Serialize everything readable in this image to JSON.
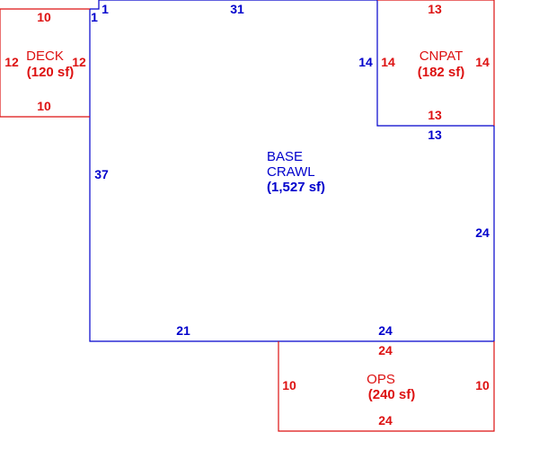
{
  "colors": {
    "base": "#0000cc",
    "addition": "#dd1111"
  },
  "base_crawl": {
    "name_line1": "BASE",
    "name_line2": "CRAWL",
    "area": "(1,527 sf)",
    "dims": {
      "notch_top": "1",
      "notch_side": "1",
      "top": "31",
      "left": "37",
      "bottom_left": "21",
      "bottom_right": "24",
      "right": "24",
      "cnpat_side": "14",
      "cnpat_bottom": "13"
    }
  },
  "deck": {
    "name": "DECK",
    "area": "(120 sf)",
    "dims": {
      "top": "10",
      "bottom": "10",
      "left": "12",
      "right": "12"
    }
  },
  "cnpat": {
    "name": "CNPAT",
    "area": "(182 sf)",
    "dims": {
      "top": "13",
      "bottom": "13",
      "left": "14",
      "right": "14"
    }
  },
  "ops": {
    "name": "OPS",
    "area": "(240 sf)",
    "dims": {
      "top": "24",
      "bottom": "24",
      "left": "10",
      "right": "10"
    }
  }
}
